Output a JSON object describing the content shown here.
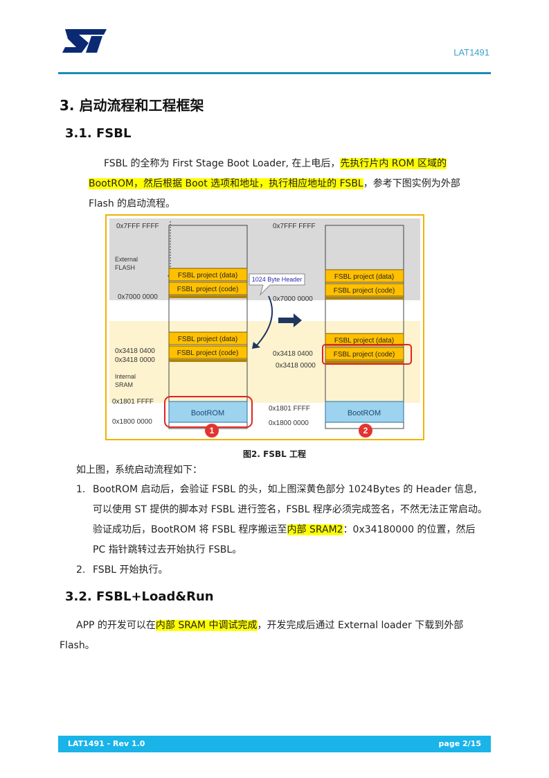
{
  "header": {
    "doc_id": "LAT1491",
    "logo_alt": "ST"
  },
  "section": {
    "title": "3. 启动流程和工程框架",
    "sub1": {
      "title": "3.1. FSBL",
      "intro_a": "FSBL 的全称为 First Stage Boot Loader, 在上电后，",
      "intro_hl1": "先执行片内 ROM 区域的",
      "intro_hl2": "BootROM，然后根据 Boot 选项和地址，执行相应地址的 FSBL",
      "intro_b": "，参考下图实例为外部",
      "intro_c": "Flash 的启动流程。",
      "caption": "图2. FSBL 工程",
      "after_fig": "如上图，系统启动流程如下：",
      "list": [
        {
          "num": "1.",
          "l1": "BootROM 启动后，会验证 FSBL 的头，如上图深黄色部分 1024Bytes 的 Header 信息,",
          "l2": "可以使用 ST 提供的脚本对 FSBL 进行签名，FSBL 程序必须完成签名，不然无法正常启动。",
          "l3a": "验证成功后，BootROM 将 FSBL 程序搬运至",
          "l3hl": "内部 SRAM2",
          "l3b": "：0x34180000 的位置，然后",
          "l4": "PC 指针跳转过去开始执行 FSBL。"
        },
        {
          "num": "2.",
          "l1": "FSBL 开始执行。"
        }
      ]
    },
    "sub2": {
      "title": "3.2. FSBL+Load&Run",
      "p_a": "APP 的开发可以在",
      "p_hl": "内部 SRAM 中调试完成",
      "p_b": "，开发完成后通过 External loader 下载到外部",
      "p_c": "Flash。"
    }
  },
  "figure": {
    "left": {
      "addr_top": "0x7FFF FFFF",
      "ext_flash": [
        "External",
        "FLASH"
      ],
      "flash_data": "FSBL project (data)",
      "flash_code": "FSBL project (code)",
      "addr_7000": "0x7000 0000",
      "sram_data": "FSBL project (data)",
      "sram_code": "FSBL project (code)",
      "addr_0400": "0x3418 0400",
      "addr_0000": "0x3418 0000",
      "int_sram": [
        "Internal",
        "SRAM"
      ],
      "addr_1801": "0x1801 FFFF",
      "bootrom": "BootROM",
      "addr_1800": "0x1800 0000",
      "badge": "1"
    },
    "callout": "1024 Byte Header",
    "right": {
      "addr_top": "0x7FFF FFFF",
      "flash_data": "FSBL project (data)",
      "flash_code": "FSBL project (code)",
      "addr_7000": "0x7000 0000",
      "sram_data": "FSBL project (data)",
      "sram_code": "FSBL project (code)",
      "addr_0400": "0x3418 0400",
      "addr_0000": "0x3418 0000",
      "addr_1801": "0x1801 FFFF",
      "bootrom": "BootROM",
      "addr_1800": "0x1800 0000",
      "badge": "2"
    },
    "colors": {
      "flash_band": "#d9d9d9",
      "sram_band": "#fdf3cf",
      "block": "#ffc000",
      "bootrom": "#9dd3ef",
      "highlight": "#e32222"
    }
  },
  "footer": {
    "left": "LAT1491  - Rev 1.0",
    "right": "page 2/15"
  }
}
